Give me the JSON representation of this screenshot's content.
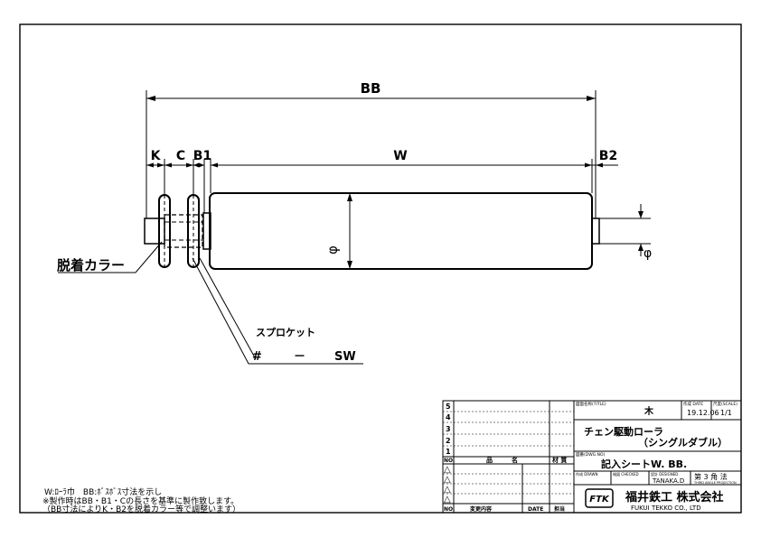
{
  "dimensions": {
    "BB": "BB",
    "K": "K",
    "C": "C",
    "B1": "B1",
    "W": "W",
    "B2": "B2",
    "phi_body": "φ",
    "phi_shaft": "φ"
  },
  "callouts": {
    "collar": "脱着カラー",
    "sprocket_title": "スプロケット",
    "sprocket_hash": "#",
    "sprocket_dash": "－",
    "sprocket_sw": "SW"
  },
  "notes": [
    "W:ﾛｰﾗ巾　BB:ﾎﾞｽﾎﾞｽ寸法を示し",
    "※製作時はBB・B1・Cの長さを基準に製作致します。",
    "（BB寸法によりK・B2を脱着カラー等で調整います）"
  ],
  "revision_table": {
    "rows": [
      "5",
      "4",
      "3",
      "2",
      "1"
    ],
    "parts_headers": [
      "NO.",
      "品",
      "名",
      "材 質"
    ],
    "footer_headers": [
      "NO.",
      "変更内容",
      "DATE",
      "担当"
    ],
    "marks": [
      "△",
      "△",
      "△",
      "△"
    ]
  },
  "title_block": {
    "name_label": "図面名称(TITLE)",
    "material": "木",
    "date_label": "作成 DATE",
    "date": "19.12.06",
    "scale_label": "尺度(SCALE)",
    "scale": "1/1",
    "title_line1": "チェン駆動ローラ",
    "title_line2": "（シングルダブル）",
    "sheet_label": "図番(DWG.NO)",
    "sheet_title": "記入シートW.     BB.",
    "drawn_label": "作成 DRAWN",
    "checked_label": "検図 CHECKED",
    "designer_label": "設計 DESIGNED",
    "designer": "TANAKA.D",
    "angle_text": "第 3 角 法",
    "angle_sub": "THIRD ANGLE PROJECTION",
    "company_logo": "FTK",
    "company_jp": "福井鉄工 株式会社",
    "company_en": "FUKUI TEKKO CO., LTD"
  }
}
